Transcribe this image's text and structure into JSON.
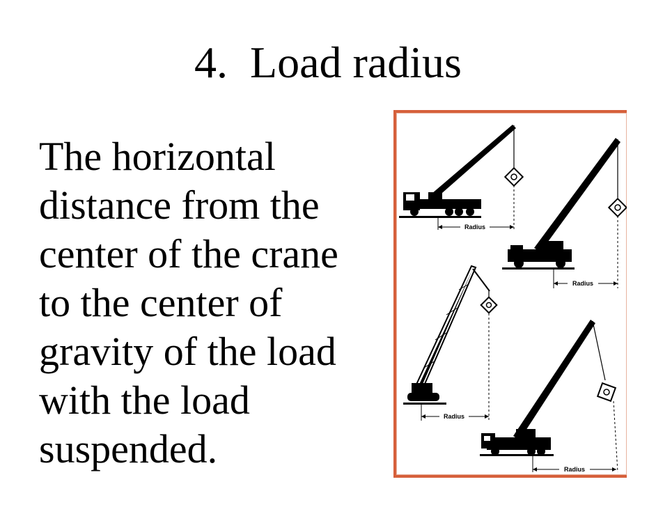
{
  "slide": {
    "title": "4.  Load radius",
    "body_lines": [
      "The horizontal",
      "distance from the",
      "center of the crane",
      "to the center of",
      "gravity of the load",
      "with the load",
      "suspended."
    ]
  },
  "figure": {
    "radius_labels": [
      "Radius",
      "Radius",
      "Radius",
      "Radius"
    ],
    "frame_color": "#d6603b",
    "icons": [
      "truck-crane-icon",
      "rough-terrain-crane-icon",
      "lattice-crawler-crane-icon",
      "telescopic-crane-icon"
    ]
  }
}
